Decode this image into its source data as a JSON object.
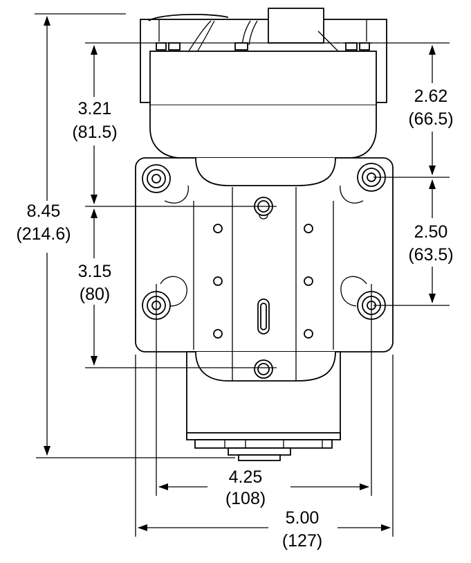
{
  "dimensions": {
    "overall_height": {
      "imperial": "8.45",
      "metric": "(214.6)"
    },
    "upper_height": {
      "imperial": "3.21",
      "metric": "(81.5)"
    },
    "lower_height": {
      "imperial": "3.15",
      "metric": "(80)"
    },
    "right_upper": {
      "imperial": "2.62",
      "metric": "(66.5)"
    },
    "right_lower": {
      "imperial": "2.50",
      "metric": "(63.5)"
    },
    "hole_spacing": {
      "imperial": "4.25",
      "metric": "(108)"
    },
    "overall_width": {
      "imperial": "5.00",
      "metric": "(127)"
    }
  }
}
